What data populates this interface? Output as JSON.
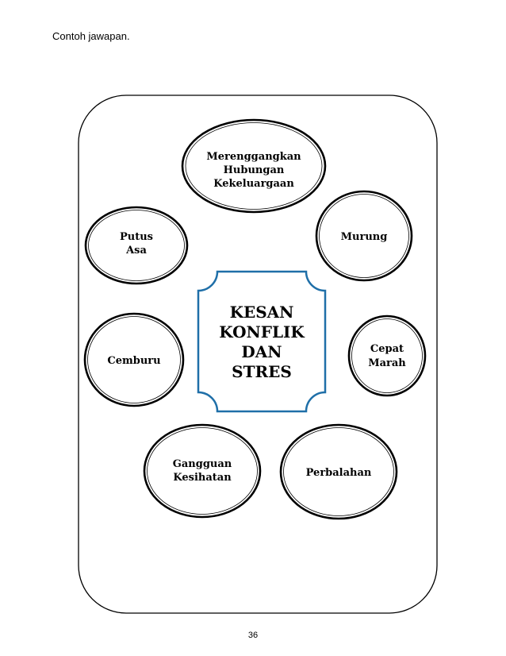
{
  "caption": "Contoh jawapan.",
  "page_number": "36",
  "center": {
    "lines": [
      "KESAN",
      "KONFLIK",
      "DAN",
      "STRES"
    ]
  },
  "nodes": [
    {
      "id": "merenggangkan",
      "lines": [
        "Merenggangkan",
        "Hubungan",
        "Kekeluargaan"
      ]
    },
    {
      "id": "putus-asa",
      "lines": [
        "Putus",
        "Asa"
      ]
    },
    {
      "id": "murung",
      "lines": [
        "Murung"
      ]
    },
    {
      "id": "cemburu",
      "lines": [
        "Cemburu"
      ]
    },
    {
      "id": "cepat-marah",
      "lines": [
        "Cepat",
        "Marah"
      ]
    },
    {
      "id": "gangguan-kesihatan",
      "lines": [
        "Gangguan",
        "Kesihatan"
      ]
    },
    {
      "id": "perbalahan",
      "lines": [
        "Perbalahan"
      ]
    }
  ],
  "colors": {
    "frame": "#000000",
    "center_border": "#1f6fa8",
    "ellipse": "#000000"
  }
}
